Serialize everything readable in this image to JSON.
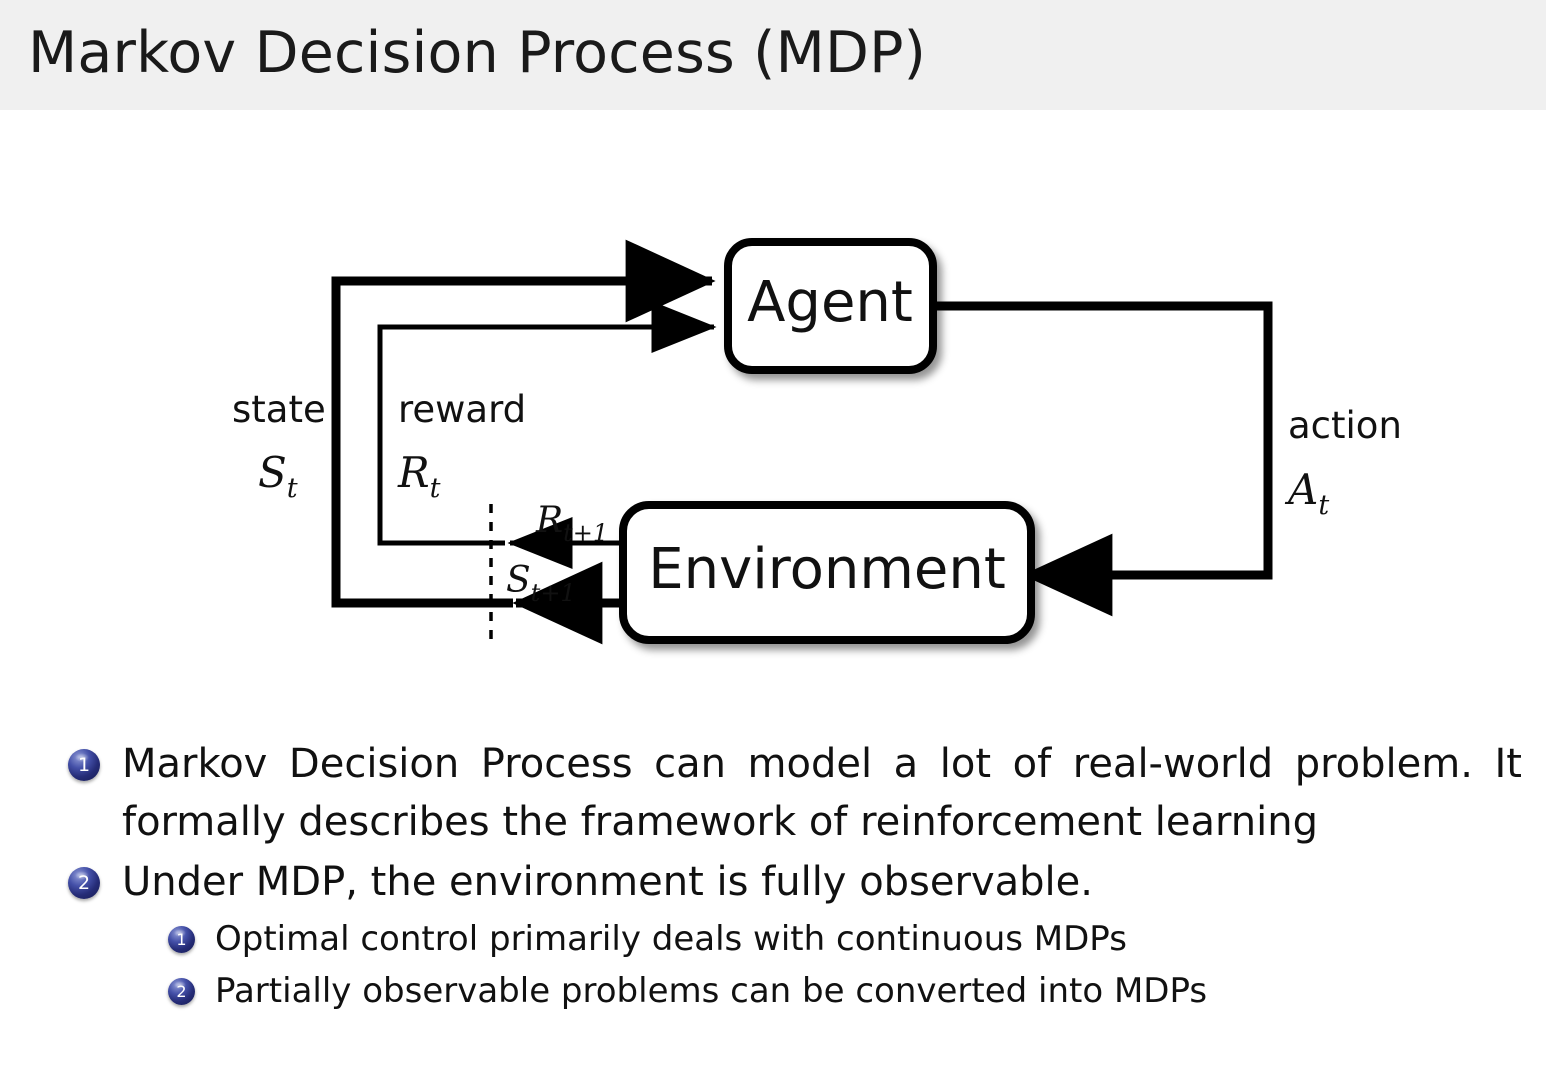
{
  "header": {
    "title": "Markov Decision Process (MDP)",
    "band_color": "#f0f0f0"
  },
  "diagram": {
    "name": "agent-environment-interaction-loop",
    "nodes": {
      "agent": "Agent",
      "environment": "Environment"
    },
    "labels": {
      "state_word": "state",
      "state_symbol": "S",
      "state_subscript": "t",
      "reward_word": "reward",
      "reward_symbol": "R",
      "reward_subscript": "t",
      "action_word": "action",
      "action_symbol": "A",
      "action_subscript": "t",
      "reward_next_symbol": "R",
      "reward_next_subscript": "t+1",
      "state_next_symbol": "S",
      "state_next_subscript": "t+1"
    },
    "colors": {
      "stroke": "#000000",
      "node_fill": "#ffffff"
    }
  },
  "bullets": [
    {
      "number": "1",
      "level": 1,
      "text": "Markov Decision Process can model a lot of real-world problem. It formally describes the framework of reinforcement learning"
    },
    {
      "number": "2",
      "level": 1,
      "text": "Under MDP, the environment is fully observable."
    },
    {
      "number": "1",
      "level": 2,
      "text": "Optimal control primarily deals with continuous MDPs"
    },
    {
      "number": "2",
      "level": 2,
      "text": "Partially observable problems can be converted into MDPs"
    }
  ],
  "theme": {
    "bullet_badge_color": "#2b3280",
    "text_color": "#111111",
    "background": "#ffffff"
  }
}
